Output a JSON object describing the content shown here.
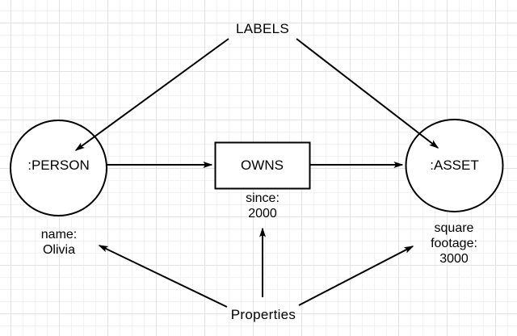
{
  "colors": {
    "stroke": "#000000",
    "shape_fill": "#ffffff",
    "text": "#000000",
    "background": "#ffffff",
    "grid_minor": "#f2f2f2",
    "grid_major": "#e3e3e3"
  },
  "annotations": {
    "labels": "LABELS",
    "properties": "Properties"
  },
  "nodes": {
    "person": {
      "label": ":PERSON"
    },
    "asset": {
      "label": ":ASSET"
    }
  },
  "relationship": {
    "label": "OWNS"
  },
  "property_texts": {
    "person": {
      "line1": "name:",
      "line2": "Olivia"
    },
    "relationship": {
      "line1": "since:",
      "line2": "2000"
    },
    "asset": {
      "line1": "square",
      "line2": "footage:",
      "line3": "3000"
    }
  }
}
